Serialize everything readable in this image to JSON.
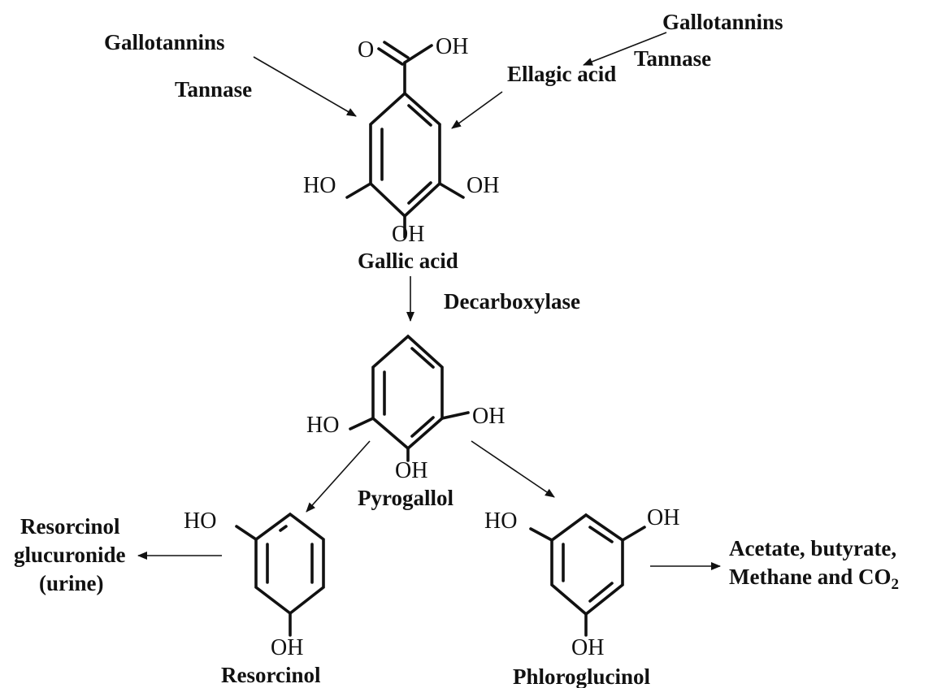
{
  "labels": {
    "gallotannins_left": "Gallotannins",
    "tannase_left": "Tannase",
    "gallotannins_right": "Gallotannins",
    "tannase_right": "Tannase",
    "ellagic_acid": "Ellagic acid",
    "gallic_acid": "Gallic acid",
    "decarboxylase": "Decarboxylase",
    "pyrogallol": "Pyrogallol",
    "resorcinol": "Resorcinol",
    "phloroglucinol": "Phloroglucinol",
    "resorcinol_glucuronide_1": "Resorcinol",
    "resorcinol_glucuronide_2": "glucuronide",
    "resorcinol_glucuronide_3": "(urine)",
    "products_1": "Acetate, butyrate,",
    "products_2": "Methane and CO",
    "products_2_sub": "2"
  },
  "atoms": {
    "carbonyl_o": "O",
    "acid_oh": "OH",
    "ho": "HO",
    "oh": "OH"
  },
  "colors": {
    "ink": "#111111",
    "background": "#ffffff"
  }
}
